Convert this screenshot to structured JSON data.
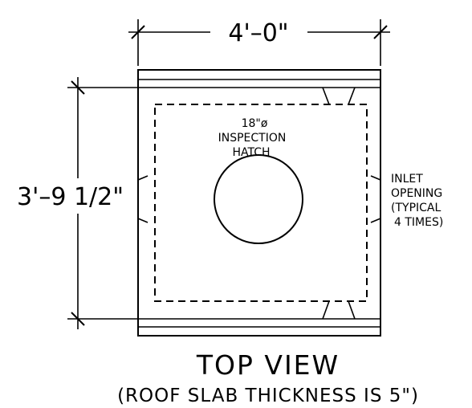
{
  "drawing": {
    "width_dimension": "4'–0\"",
    "height_dimension": "3'–9 1/2\"",
    "hatch_label": {
      "line1": "18\"ø",
      "line2": "INSPECTION",
      "line3": "HATCH"
    },
    "inlet_label": {
      "line1": "INLET",
      "line2": "OPENING",
      "line3": "(TYPICAL",
      "line4": "4 TIMES)"
    },
    "title": "TOP VIEW",
    "subtitle": "(ROOF SLAB THICKNESS IS 5\")"
  }
}
